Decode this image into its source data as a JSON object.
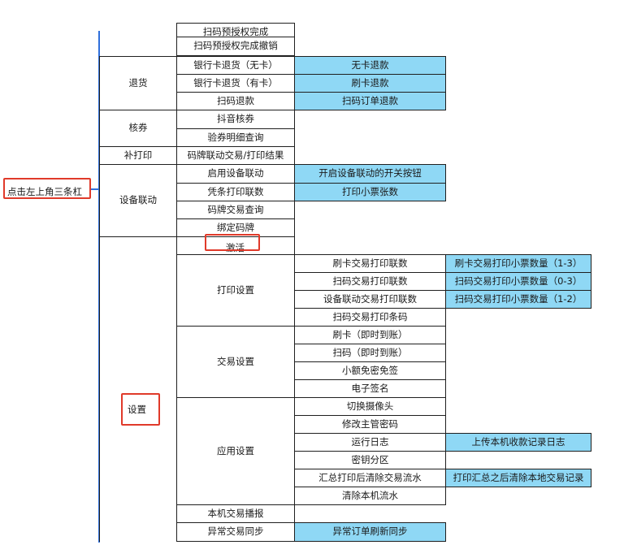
{
  "colors": {
    "accent_blue": "#8fd8f5",
    "highlight_red": "#e03a2a",
    "tree_line": "#2f6fdb"
  },
  "annotation": {
    "tip": "点击左上角三条杠"
  },
  "sections": {
    "top": {
      "partial_row": "扫码预授权完成",
      "undo": "扫码预授权完成撤销"
    },
    "refund": {
      "title": "退货",
      "items": [
        "银行卡退货（无卡）",
        "银行卡退货（有卡）",
        "扫码退款"
      ],
      "subs": [
        "无卡退款",
        "刷卡退款",
        "扫码订单退款"
      ]
    },
    "voucher": {
      "title": "核券",
      "items": [
        "抖音核券",
        "验券明细查询"
      ]
    },
    "reprint": {
      "title": "补打印",
      "item": "码牌联动交易/打印结果"
    },
    "linkage": {
      "title": "设备联动",
      "items": [
        "启用设备联动",
        "凭条打印联数",
        "码牌交易查询",
        "绑定码牌"
      ],
      "subs": [
        "开启设备联动的开关按钮",
        "打印小票张数"
      ]
    },
    "settings": {
      "title": "设置",
      "activate": "激活",
      "print": {
        "title": "打印设置",
        "items": [
          "刷卡交易打印联数",
          "扫码交易打印联数",
          "设备联动交易打印联数",
          "扫码交易打印条码"
        ],
        "subs": [
          "刷卡交易打印小票数量（1-3）",
          "扫码交易打印小票数量（0-3）",
          "扫码交易打印小票数量（1-2）"
        ]
      },
      "trade": {
        "title": "交易设置",
        "items": [
          "刷卡（即时到账）",
          "扫码（即时到账）",
          "小额免密免签",
          "电子签名"
        ]
      },
      "app": {
        "title": "应用设置",
        "items": [
          "切换摄像头",
          "修改主管密码",
          "运行日志",
          "密钥分区",
          "汇总打印后清除交易流水",
          "清除本机流水"
        ],
        "sub_log": "上传本机收款记录日志",
        "sub_clear": "打印汇总之后清除本地交易记录"
      },
      "broadcast": "本机交易播报",
      "abnormal": {
        "label": "异常交易同步",
        "sub": "异常订单刷新同步"
      }
    }
  }
}
